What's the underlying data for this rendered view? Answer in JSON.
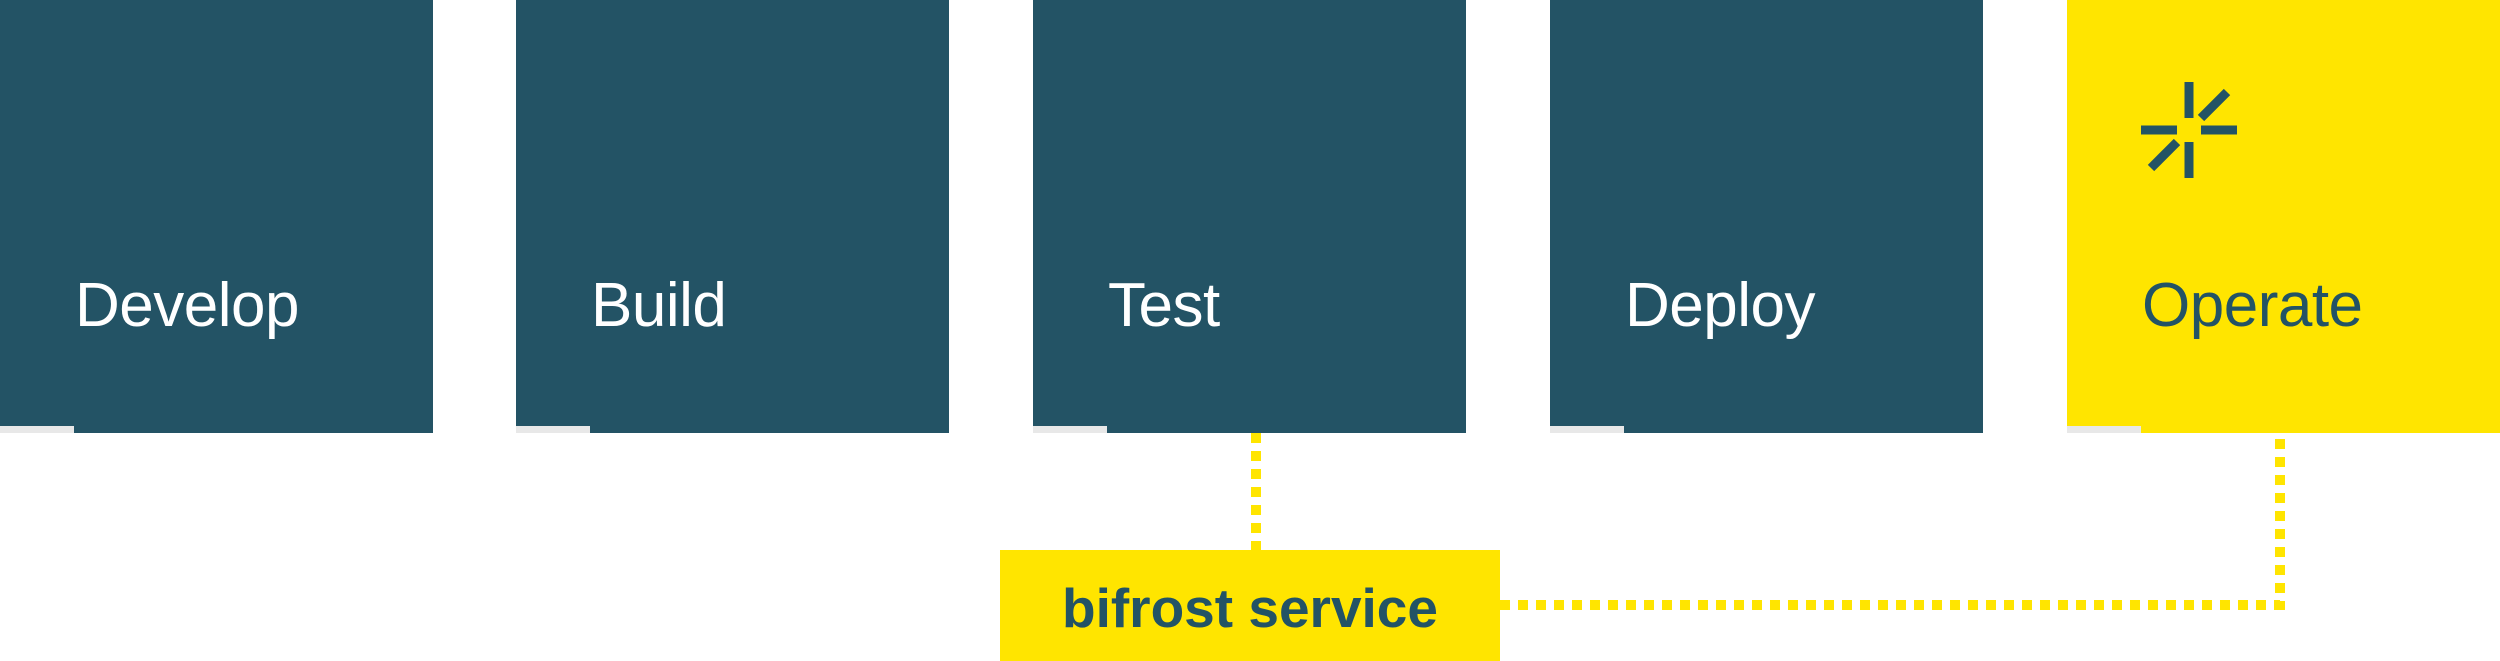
{
  "stages": [
    {
      "label": "Develop"
    },
    {
      "label": "Build"
    },
    {
      "label": "Test"
    },
    {
      "label": "Deploy"
    },
    {
      "label": "Operate",
      "highlighted": true,
      "icon": "sparkle-burst-icon"
    }
  ],
  "service": {
    "label": "bifrost service"
  },
  "colors": {
    "stage": "#235365",
    "highlight": "#ffe500",
    "background": "#ffffff"
  }
}
